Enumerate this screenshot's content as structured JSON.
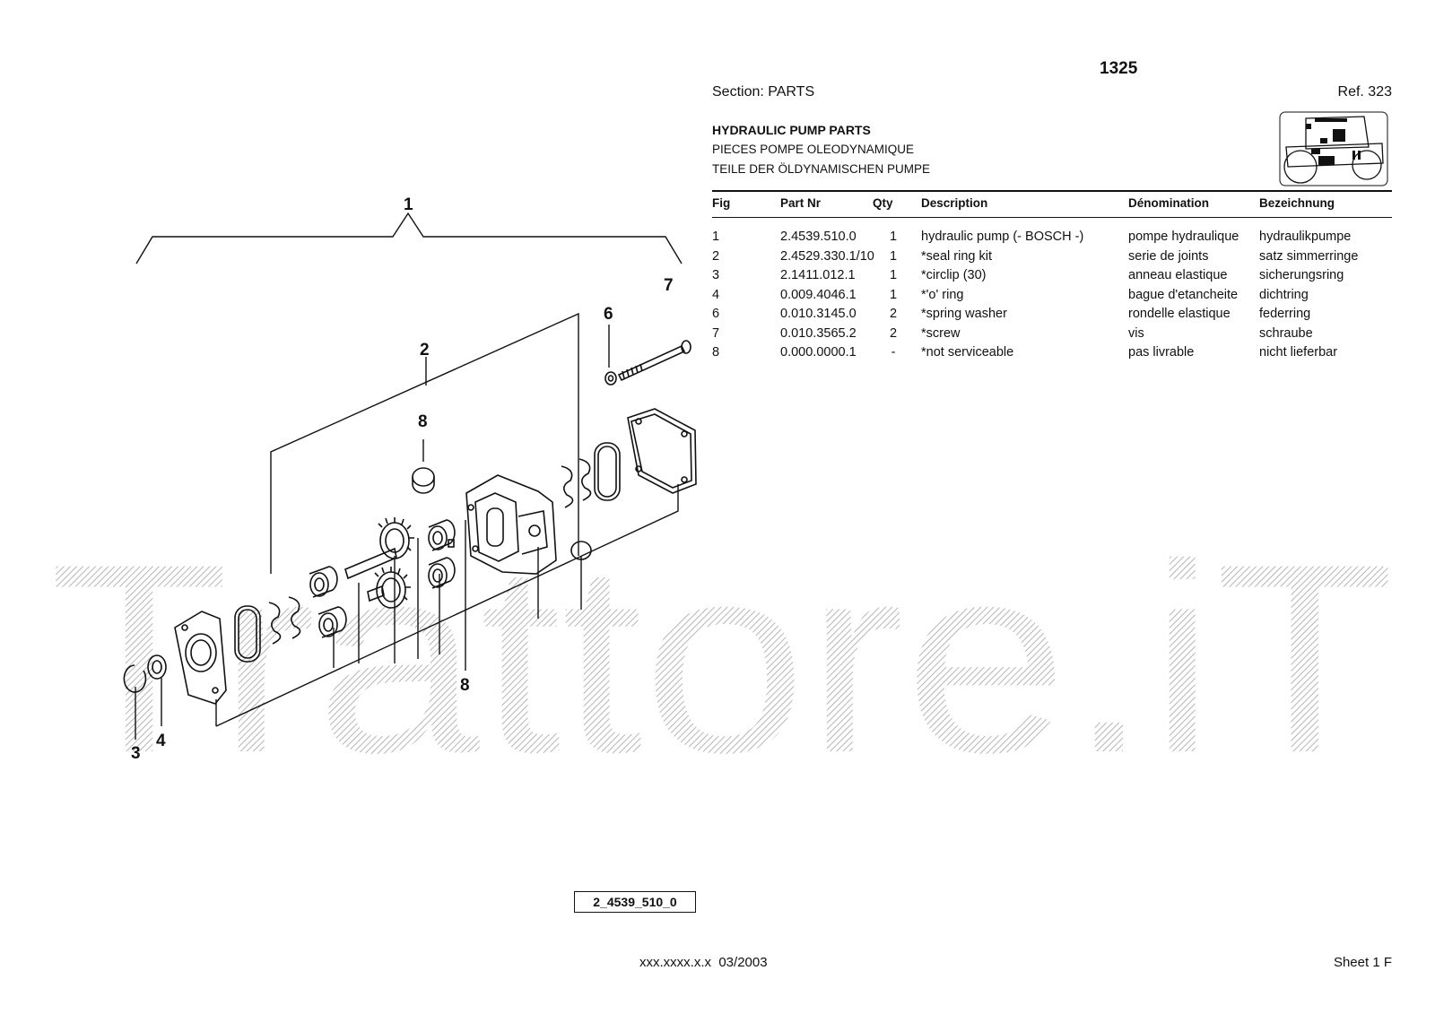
{
  "header": {
    "model": "1325",
    "section": "Section: PARTS",
    "ref": "Ref. 323",
    "title_en": "HYDRAULIC PUMP PARTS",
    "title_fr": "PIECES POMPE OLEODYNAMIQUE",
    "title_de": "TEILE DER ÖLDYNAMISCHEN PUMPE"
  },
  "table": {
    "headers": {
      "fig": "Fig",
      "part": "Part Nr",
      "qty": "Qty",
      "desc": "Description",
      "fr": "Dénomination",
      "de": "Bezeichnung"
    },
    "rows": [
      {
        "fig": "1",
        "part": "2.4539.510.0",
        "qty": "1",
        "desc": "hydraulic pump (- BOSCH -)",
        "fr": "pompe hydraulique",
        "de": "hydraulikpumpe"
      },
      {
        "fig": "2",
        "part": "2.4529.330.1/10",
        "qty": "1",
        "desc": "*seal ring kit",
        "fr": "serie de joints",
        "de": "satz simmerringe"
      },
      {
        "fig": "3",
        "part": "2.1411.012.1",
        "qty": "1",
        "desc": "*circlip (30)",
        "fr": "anneau elastique",
        "de": "sicherungsring"
      },
      {
        "fig": "4",
        "part": "0.009.4046.1",
        "qty": "1",
        "desc": "*'o' ring",
        "fr": "bague d'etancheite",
        "de": "dichtring"
      },
      {
        "fig": "6",
        "part": "0.010.3145.0",
        "qty": "2",
        "desc": "*spring washer",
        "fr": "rondelle elastique",
        "de": "federring"
      },
      {
        "fig": "7",
        "part": "0.010.3565.2",
        "qty": "2",
        "desc": "*screw",
        "fr": "vis",
        "de": "schraube"
      },
      {
        "fig": "8",
        "part": "0.000.0000.1",
        "qty": "-",
        "desc": "*not serviceable",
        "fr": "pas livrable",
        "de": "nicht lieferbar"
      }
    ]
  },
  "diagram": {
    "callouts": {
      "c1": "1",
      "c2": "2",
      "c3": "3",
      "c4": "4",
      "c6": "6",
      "c7": "7",
      "c8a": "8",
      "c8b": "8"
    },
    "part_number_box": "2_4539_510_0"
  },
  "watermark": "Trattore.iT",
  "footer": {
    "code_date": "xxx.xxxx.x.x  03/2003",
    "sheet": "Sheet 1 F"
  }
}
